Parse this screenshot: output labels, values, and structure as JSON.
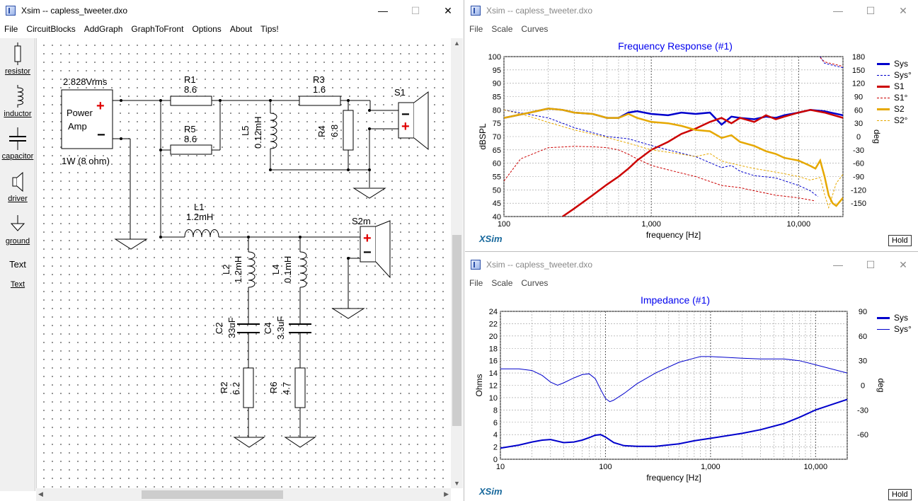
{
  "left_window": {
    "title": "Xsim -- capless_tweeter.dxo",
    "menu": [
      "File",
      "CircuitBlocks",
      "AddGraph",
      "GraphToFront",
      "Options",
      "About",
      "Tips!"
    ],
    "controls": {
      "minimize": "—",
      "maximize": "☐",
      "close": "✕"
    }
  },
  "toolbox": [
    {
      "icon": "resistor-icon",
      "label": "resistor"
    },
    {
      "icon": "inductor-icon",
      "label": "inductor"
    },
    {
      "icon": "capacitor-icon",
      "label": "capacitor"
    },
    {
      "icon": "driver-icon",
      "label": "driver"
    },
    {
      "icon": "ground-icon",
      "label": "ground"
    },
    {
      "icon": "text-icon",
      "label": "Text"
    },
    {
      "icon": "text-link",
      "label": "Text"
    }
  ],
  "schematic": {
    "amp": {
      "voltage": "2.828Vrms",
      "name_line1": "Power",
      "name_line2": "Amp",
      "plus": "+",
      "minus": "−",
      "rating": "1W (8 ohm)"
    },
    "R1": {
      "name": "R1",
      "value": "8.6"
    },
    "R5": {
      "name": "R5",
      "value": "8.6"
    },
    "R3": {
      "name": "R3",
      "value": "1.6"
    },
    "R4": {
      "name": "R4",
      "value": "6.8"
    },
    "L5": {
      "name": "L5",
      "value": "0.12mH"
    },
    "L1": {
      "name": "L1",
      "value": "1.2mH"
    },
    "L2": {
      "name": "L2",
      "value": "1.2mH"
    },
    "L4": {
      "name": "L4",
      "value": "0.1mH"
    },
    "C2": {
      "name": "C2",
      "value": "33uF"
    },
    "C4": {
      "name": "C4",
      "value": "3.3uF"
    },
    "R2": {
      "name": "R2",
      "value": "6.2"
    },
    "R6": {
      "name": "R6",
      "value": "4.7"
    },
    "S1": {
      "name": "S1",
      "minus": "−",
      "plus": "+"
    },
    "S2m": {
      "name": "S2m",
      "plus": "+",
      "minus": "−"
    }
  },
  "freq_window": {
    "title": "Xsim -- capless_tweeter.dxo",
    "menu": [
      "File",
      "Scale",
      "Curves"
    ],
    "controls": {
      "minimize": "—",
      "maximize": "☐",
      "close": "✕"
    },
    "logo": "XSim",
    "hold": "Hold",
    "chart_data": {
      "type": "line",
      "title": "Frequency Response (#1)",
      "xlabel": "frequency [Hz]",
      "ylabel": "dBSPL",
      "y2label": "deg",
      "xscale": "log",
      "xlim": [
        100,
        20000
      ],
      "ylim": [
        40,
        100
      ],
      "y2lim": [
        -180,
        180
      ],
      "x_ticks": [
        "100",
        "1,000",
        "10,000"
      ],
      "y_ticks": [
        "40",
        "45",
        "50",
        "55",
        "60",
        "65",
        "70",
        "75",
        "80",
        "85",
        "90",
        "95",
        "100"
      ],
      "y2_ticks": [
        "-150",
        "-120",
        "-90",
        "-60",
        "-30",
        "0",
        "30",
        "60",
        "90",
        "120",
        "150",
        "180"
      ],
      "grid": true,
      "legend_position": "right",
      "series": [
        {
          "name": "Sys",
          "color": "#0000cc",
          "style": "solid",
          "width": 2.5,
          "axis": "left",
          "x": [
            100,
            150,
            200,
            250,
            300,
            400,
            500,
            600,
            700,
            800,
            1000,
            1300,
            1600,
            2000,
            2500,
            3000,
            3500,
            4000,
            5000,
            6000,
            7000,
            8000,
            10000,
            12000,
            15000,
            20000
          ],
          "y": [
            77,
            79,
            80.5,
            80,
            79,
            78.5,
            77,
            77,
            79,
            79.5,
            78.5,
            78,
            79,
            78.5,
            79,
            74.5,
            77.5,
            77,
            76.5,
            77.5,
            77,
            78,
            79,
            80,
            79.5,
            78
          ]
        },
        {
          "name": "Sys°",
          "color": "#0000cc",
          "style": "dashed",
          "width": 1,
          "axis": "right",
          "x": [
            100,
            200,
            300,
            500,
            700,
            1000,
            1500,
            2000,
            3000,
            3500,
            4000,
            5000,
            7000,
            10000,
            12000,
            13500,
            14000,
            15000,
            20000
          ],
          "y": [
            60,
            42,
            20,
            0,
            -5,
            -20,
            -35,
            -45,
            -70,
            -65,
            -78,
            -88,
            -93,
            -110,
            -122,
            -135,
            180,
            165,
            155
          ]
        },
        {
          "name": "S1",
          "color": "#cc0000",
          "style": "solid",
          "width": 2.5,
          "axis": "left",
          "x": [
            250,
            300,
            400,
            500,
            600,
            700,
            800,
            1000,
            1300,
            1600,
            2000,
            2500,
            3000,
            3500,
            4000,
            5000,
            6000,
            7000,
            8000,
            10000,
            12000,
            15000,
            20000
          ],
          "y": [
            40,
            43,
            48,
            52,
            55,
            58,
            61,
            65,
            68,
            71,
            73,
            75.5,
            77,
            75,
            77,
            75.5,
            78,
            76.5,
            77.5,
            79,
            80,
            79,
            77
          ]
        },
        {
          "name": "S1°",
          "color": "#cc0000",
          "style": "dashed",
          "width": 1,
          "axis": "right",
          "x": [
            100,
            130,
            200,
            300,
            400,
            500,
            600,
            700,
            800,
            1000,
            1500,
            2000,
            3000,
            4000,
            5000,
            7000,
            10000,
            13000,
            14000,
            15000,
            20000
          ],
          "y": [
            -100,
            -50,
            -25,
            -22,
            -23,
            -25,
            -30,
            -40,
            -50,
            -65,
            -80,
            -90,
            -110,
            -115,
            -122,
            -132,
            -138,
            -145,
            178,
            168,
            158
          ]
        },
        {
          "name": "S2",
          "color": "#e6a800",
          "style": "solid",
          "width": 2.5,
          "axis": "left",
          "x": [
            100,
            150,
            200,
            250,
            300,
            400,
            500,
            600,
            700,
            800,
            1000,
            1300,
            1600,
            2000,
            2500,
            3000,
            3500,
            4000,
            5000,
            6000,
            7000,
            8000,
            10000,
            12000,
            13000,
            14000,
            15000,
            16000,
            17000,
            18000,
            20000
          ],
          "y": [
            77,
            79,
            80.5,
            80,
            79,
            78.5,
            77,
            77,
            78.5,
            77,
            75.5,
            75,
            74,
            72.5,
            72,
            69.5,
            70.5,
            68,
            66.5,
            64.5,
            63.5,
            62,
            61,
            59,
            58,
            61,
            55,
            48,
            45,
            44,
            47
          ]
        },
        {
          "name": "S2°",
          "color": "#e6a800",
          "style": "dashed",
          "width": 1,
          "axis": "right",
          "x": [
            100,
            150,
            200,
            300,
            500,
            700,
            1000,
            1500,
            2000,
            2500,
            3000,
            4000,
            5000,
            7000,
            10000,
            12000,
            14000,
            15000,
            16000,
            18000,
            20000
          ],
          "y": [
            60,
            45,
            32,
            15,
            -2,
            -15,
            -30,
            -38,
            -45,
            -38,
            -55,
            -65,
            -72,
            -80,
            -90,
            -98,
            -92,
            -130,
            -160,
            -105,
            -85
          ]
        }
      ]
    }
  },
  "imp_window": {
    "title": "Xsim -- capless_tweeter.dxo",
    "menu": [
      "File",
      "Scale",
      "Curves"
    ],
    "controls": {
      "minimize": "—",
      "maximize": "☐",
      "close": "✕"
    },
    "logo": "XSim",
    "hold": "Hold",
    "chart_data": {
      "type": "line",
      "title": "Impedance (#1)",
      "xlabel": "frequency [Hz]",
      "ylabel": "Ohms",
      "y2label": "deg",
      "xscale": "log",
      "xlim": [
        10,
        20000
      ],
      "ylim": [
        0,
        24
      ],
      "y2lim": [
        -90,
        90
      ],
      "x_ticks": [
        "10",
        "100",
        "1,000",
        "10,000"
      ],
      "y_ticks": [
        "0",
        "2",
        "4",
        "6",
        "8",
        "10",
        "12",
        "14",
        "16",
        "18",
        "20",
        "22",
        "24"
      ],
      "y2_ticks": [
        "-60",
        "-30",
        "0",
        "30",
        "60",
        "90"
      ],
      "grid": true,
      "legend_position": "right",
      "series": [
        {
          "name": "Sys",
          "color": "#0000cc",
          "style": "solid",
          "width": 2,
          "axis": "left",
          "x": [
            10,
            15,
            20,
            25,
            30,
            40,
            50,
            60,
            70,
            80,
            90,
            100,
            120,
            150,
            200,
            300,
            500,
            700,
            1000,
            2000,
            3000,
            5000,
            7000,
            10000,
            15000,
            20000
          ],
          "y": [
            1.8,
            2.3,
            2.8,
            3.1,
            3.2,
            2.7,
            2.8,
            3.1,
            3.5,
            3.9,
            4.0,
            3.6,
            2.7,
            2.2,
            2.1,
            2.1,
            2.5,
            3.0,
            3.4,
            4.2,
            4.8,
            5.8,
            6.8,
            8.0,
            9.0,
            9.7
          ]
        },
        {
          "name": "Sys°",
          "color": "#0000cc",
          "style": "solid",
          "width": 1,
          "axis": "right",
          "x": [
            10,
            15,
            20,
            25,
            30,
            35,
            40,
            50,
            60,
            70,
            80,
            90,
            100,
            110,
            120,
            150,
            200,
            300,
            500,
            700,
            800,
            1000,
            2000,
            3000,
            5000,
            7000,
            10000,
            20000
          ],
          "y": [
            20,
            20,
            18,
            12,
            4,
            0,
            3,
            9,
            13,
            14,
            8,
            -5,
            -16,
            -20,
            -18,
            -10,
            2,
            15,
            28,
            33,
            35,
            35,
            33,
            32,
            32,
            30,
            25,
            15
          ]
        }
      ]
    }
  }
}
